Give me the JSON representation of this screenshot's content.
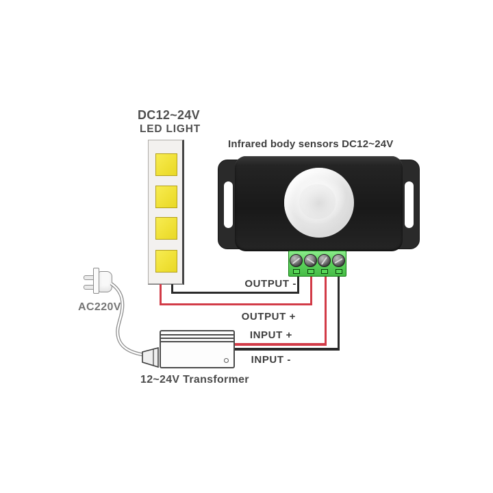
{
  "diagram": {
    "led_strip": {
      "title_line1": "DC12~24V",
      "title_line2": "LED LIGHT",
      "chip_count": 4
    },
    "sensor": {
      "title": "Infrared body sensors DC12~24V",
      "terminal_count": 4
    },
    "power": {
      "plug_label": "AC220V",
      "transformer_label": "12~24V Transformer"
    },
    "wire_labels": {
      "output_minus": "OUTPUT -",
      "output_plus": "OUTPUT +",
      "input_plus": "INPUT +",
      "input_minus": "INPUT -"
    },
    "colors": {
      "wire_red": "#d23b47",
      "wire_black": "#2a2a2a",
      "terminal_green": "#5ed45e",
      "led_yellow": "#f0e137",
      "sensor_body": "#1e1e1e"
    }
  }
}
